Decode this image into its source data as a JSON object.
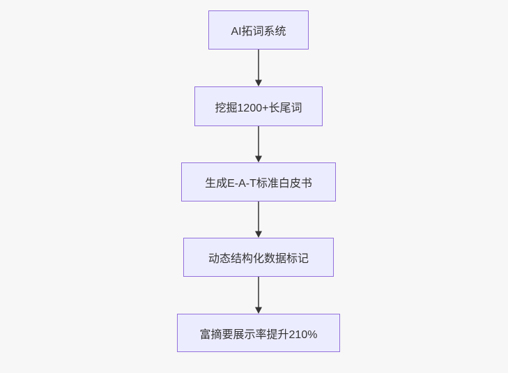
{
  "diagram": {
    "type": "flowchart",
    "direction": "top-down",
    "nodes": [
      {
        "id": "A",
        "label": "AI拓词系统"
      },
      {
        "id": "B",
        "label": "挖掘1200+长尾词"
      },
      {
        "id": "C",
        "label": "生成E-A-T标准白皮书"
      },
      {
        "id": "D",
        "label": "动态结构化数据标记"
      },
      {
        "id": "E",
        "label": "富摘要展示率提升210%"
      }
    ],
    "edges": [
      {
        "from": "A",
        "to": "B"
      },
      {
        "from": "B",
        "to": "C"
      },
      {
        "from": "C",
        "to": "D"
      },
      {
        "from": "D",
        "to": "E"
      }
    ]
  },
  "colors": {
    "background": "#f7f7f7",
    "node_fill": "#ECECFF",
    "node_border": "#9370DB",
    "text": "#333333",
    "arrow": "#333333"
  }
}
